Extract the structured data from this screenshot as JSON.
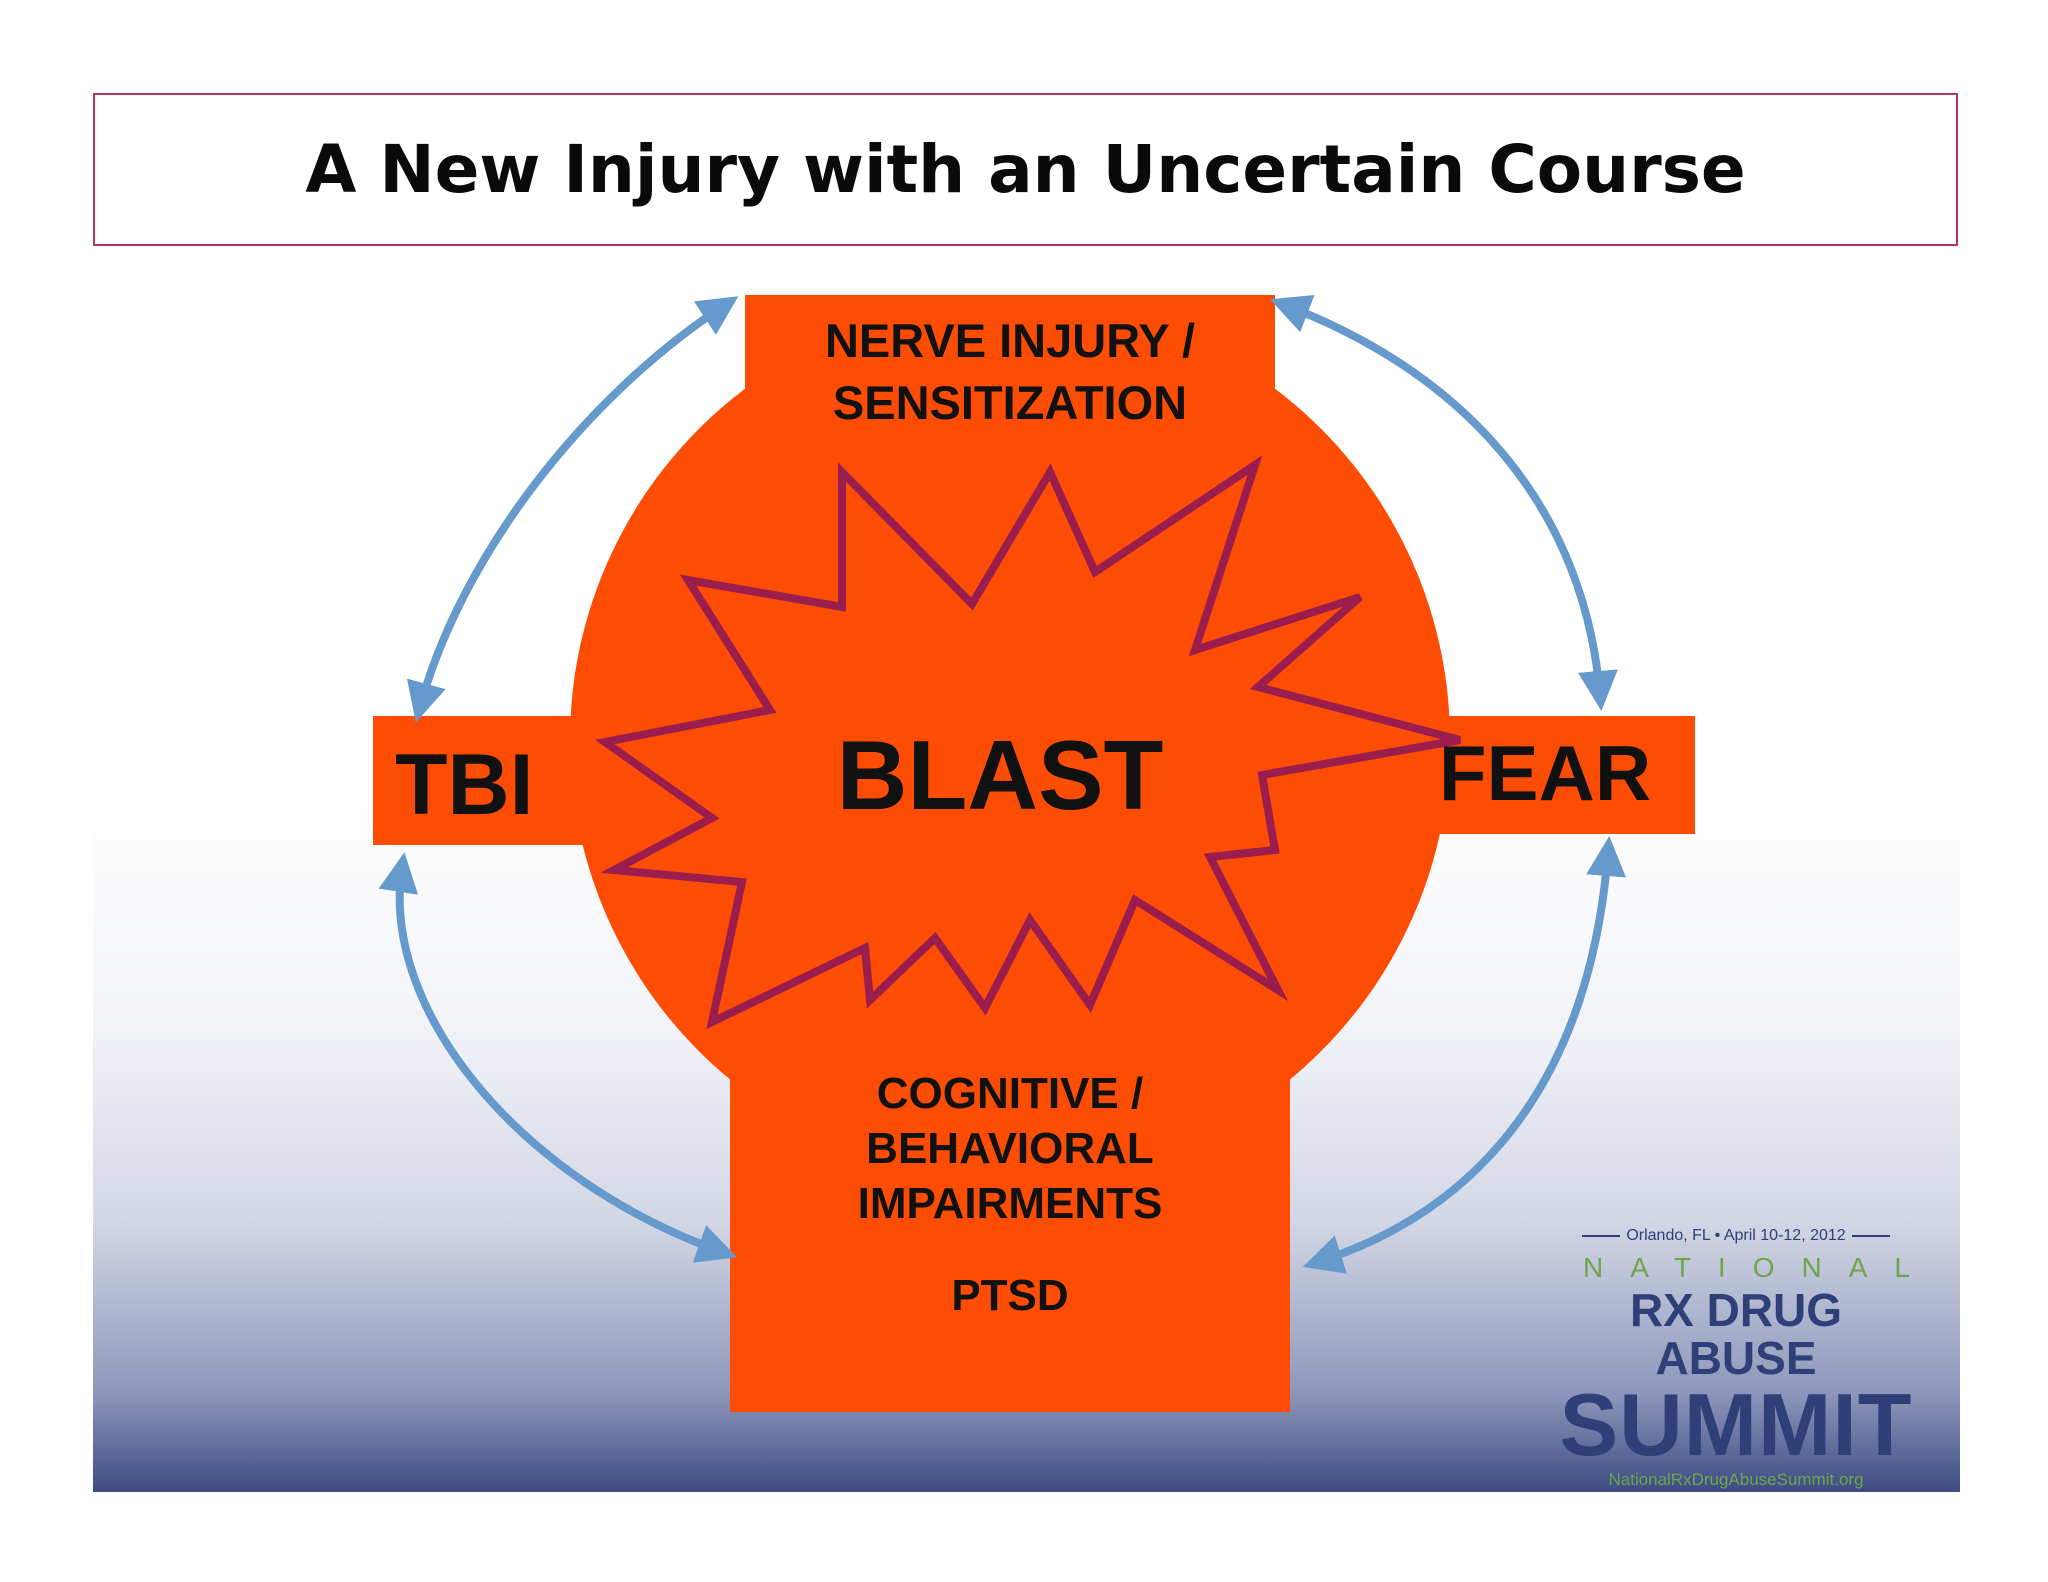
{
  "slide": {
    "title": "A New Injury with an Uncertain Course"
  },
  "diagram": {
    "nodes": {
      "top": "NERVE INJURY / SENSITIZATION",
      "center": "BLAST",
      "left": "TBI",
      "right": "FEAR",
      "bottom": "COGNITIVE / BEHAVIORAL IMPAIRMENTS",
      "bottom_sub": "PTSD"
    },
    "edges": [
      {
        "from": "NERVE INJURY / SENSITIZATION",
        "to": "TBI",
        "direction": "both"
      },
      {
        "from": "NERVE INJURY / SENSITIZATION",
        "to": "FEAR",
        "direction": "both"
      },
      {
        "from": "TBI",
        "to": "COGNITIVE / BEHAVIORAL IMPAIRMENTS",
        "direction": "both"
      },
      {
        "from": "FEAR",
        "to": "COGNITIVE / BEHAVIORAL IMPAIRMENTS",
        "direction": "both"
      }
    ],
    "colors": {
      "shape_fill": "#fd4d04",
      "starburst_stroke": "#9b1d4e",
      "arrow": "#6699cc",
      "title_border": "#b0365e"
    }
  },
  "logo": {
    "event_line": "Orlando, FL • April 10-12, 2012",
    "national": "NATIONAL",
    "line1": "RX DRUG ABUSE",
    "line2": "SUMMIT",
    "url": "NationalRxDrugAbuseSummit.org"
  }
}
